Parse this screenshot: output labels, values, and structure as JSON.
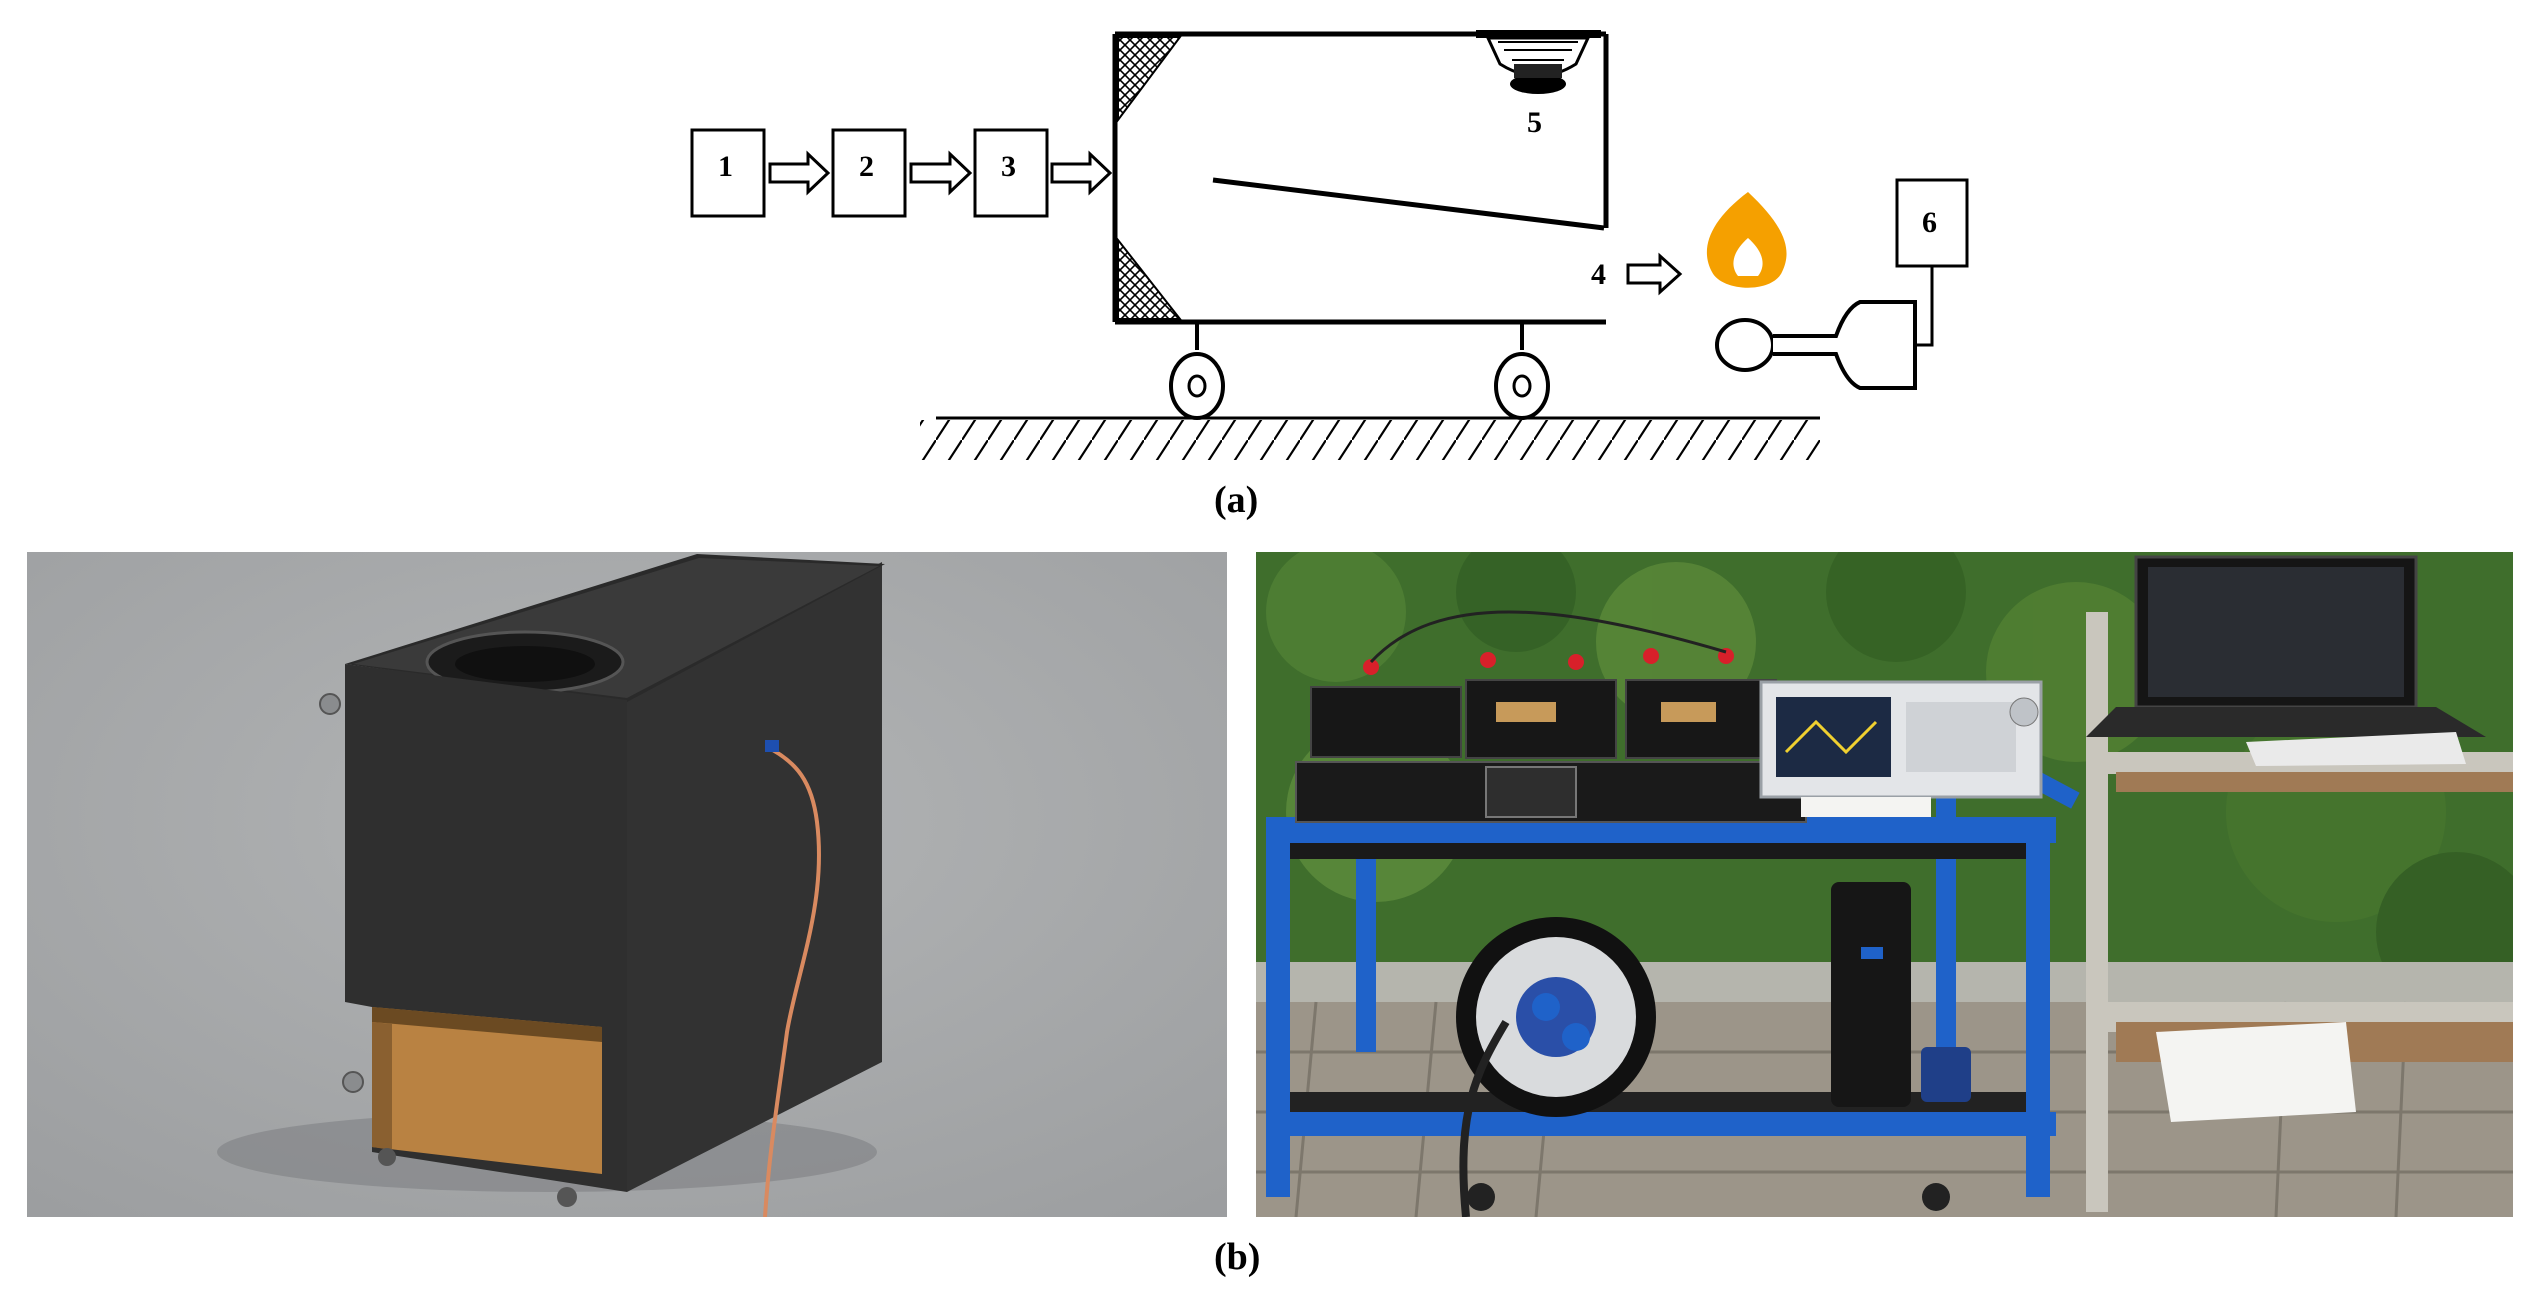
{
  "schematic": {
    "blocks": [
      "1",
      "2",
      "3"
    ],
    "label_speaker": "5",
    "label_outlet": "4",
    "label_sensor": "6",
    "caption": "(a)"
  },
  "photos": {
    "caption": "(b)"
  },
  "colors": {
    "flame": "#f5a000",
    "cabinet": "#2b2b2b",
    "cart_blue": "#1f62c9",
    "grass": "#3c6b2a",
    "asphalt": "#a7a9aa"
  }
}
